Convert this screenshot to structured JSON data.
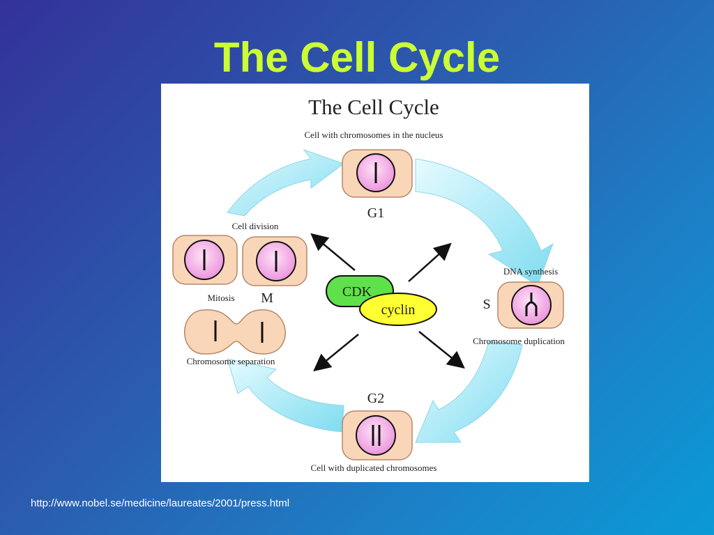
{
  "slide": {
    "title": "The Cell Cycle",
    "source_url": "http://www.nobel.se/medicine/laureates/2001/press.html"
  },
  "diagram": {
    "title": "The Cell Cycle",
    "top_caption": "Cell with chromosomes in the nucleus",
    "phase_g1": "G1",
    "phase_s": "S",
    "phase_g2": "G2",
    "phase_m": "M",
    "dna_synthesis": "DNA synthesis",
    "chromosome_duplication": "Chromosome duplication",
    "bottom_caption": "Cell with duplicated chromosomes",
    "cell_division": "Cell division",
    "mitosis": "Mitosis",
    "chromosome_separation": "Chromosome separation",
    "cdk": "CDK",
    "cyclin": "cyclin"
  },
  "colors": {
    "title": "#ccff33",
    "cell_fill": "#f9d6b8",
    "cell_stroke": "#b7866a",
    "nucleus_fill": "#f4a6e6",
    "arrow_fill": "#9ee6f3",
    "cdk_fill": "#5fe14b",
    "cyclin_fill": "#ffff33"
  }
}
